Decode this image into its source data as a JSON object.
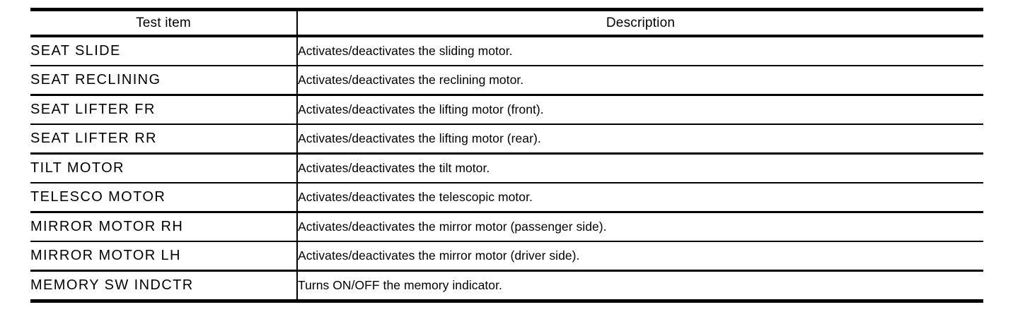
{
  "table": {
    "columns": [
      {
        "key": "test_item",
        "header": "Test item"
      },
      {
        "key": "description",
        "header": "Description"
      }
    ],
    "rows": [
      {
        "test_item": "SEAT SLIDE",
        "description": "Activates/deactivates the sliding motor."
      },
      {
        "test_item": "SEAT RECLINING",
        "description": "Activates/deactivates the reclining motor."
      },
      {
        "test_item": "SEAT LIFTER FR",
        "description": "Activates/deactivates the lifting motor (front)."
      },
      {
        "test_item": "SEAT LIFTER RR",
        "description": "Activates/deactivates the lifting motor (rear)."
      },
      {
        "test_item": "TILT MOTOR",
        "description": "Activates/deactivates the tilt motor."
      },
      {
        "test_item": "TELESCO MOTOR",
        "description": "Activates/deactivates the telescopic motor."
      },
      {
        "test_item": "MIRROR MOTOR RH",
        "description": "Activates/deactivates the mirror motor (passenger side)."
      },
      {
        "test_item": "MIRROR MOTOR LH",
        "description": "Activates/deactivates the mirror motor (driver side)."
      },
      {
        "test_item": "MEMORY SW INDCTR",
        "description": "Turns ON/OFF the memory indicator."
      }
    ]
  },
  "style": {
    "ink_color": "#000000",
    "page_color": "#ffffff"
  }
}
